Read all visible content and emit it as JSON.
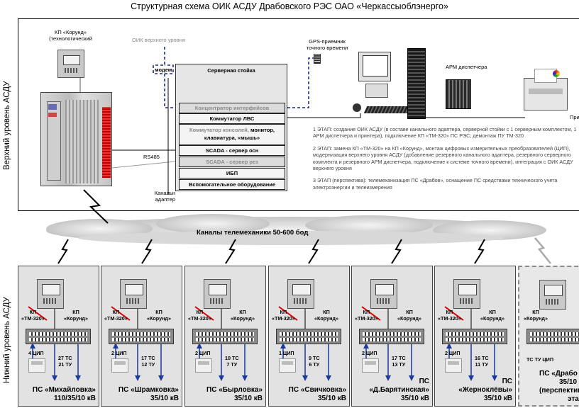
{
  "title": "Структурная схема ОИК АСДУ Драбовского РЭС ОАО «Черкассыоблэнерго»",
  "upper_level_label": "Верхний уровень АСДУ",
  "lower_level_label": "Нижний уровень АСДУ",
  "kp_korund_tech": "КП «Корунд»\n(технологический",
  "oik_upper": "ОИК верхнего уровня",
  "modem": "модем",
  "server_rack": {
    "title": "Серверная стойка",
    "rows": [
      {
        "label": "Концентратор интерфейсов",
        "dim": true
      },
      {
        "label": "Коммутатор ЛВС",
        "dim": false
      },
      {
        "label_dim": "Коммутатор консолей,",
        "label_rest": " монитор, клавиатура, «мышь»"
      },
      {
        "label": "SCADA - сервер осн",
        "dim": false
      },
      {
        "label": "SCADA - сервер рез",
        "dim": true
      },
      {
        "label": "ИБП",
        "dim": false
      },
      {
        "label": "Вспомогательное оборудование",
        "dim": false
      }
    ]
  },
  "gps": "GPS-приемник\nточного времени",
  "arm": "АРМ диспетчера",
  "printer_label": "При",
  "rs485": "RS485",
  "channel_adapter": "Канальн\nадаптер",
  "stages": [
    "1 ЭТАП: создание ОИК АСДУ (в составе канального адаптера, серверной стойки с 1 серверным комплектом, 1 АРМ диспетчера и принтера), подключение КП «ТМ-320» ПС РЭС; демонтаж ПУ ТМ-320",
    "2 ЭТАП: замена КП «ТМ-320» на КП «Корунд», монтаж цифровых измерительных преобразователей (ЦИП), модернизация верхнего уровня АСДУ (добавление резервного канального адаптера, резервного серверного комплекта и резервного АРМ диспетчера, подключение к системе точного времени), интеграция с ОИК АСДУ верхнего уровня",
    "3 ЭТАП (перспектива): телемеханизация ПС «Драбов», оснащение ПС средствами технического учета электроэнергии и телеизмерения"
  ],
  "channels": "Каналы телемеханики 50-600 бод",
  "kp_old": "КП\n«ТМ-320»",
  "kp_new": "КП\n«Корунд»",
  "substations": [
    {
      "cip": "4 ЦИП",
      "ts": "27 ТС",
      "tu": "21 ТУ",
      "name": "ПС «Михайловка»",
      "voltage": "110/35/10 кВ"
    },
    {
      "cip": "2 ЦИП",
      "ts": "17 ТС",
      "tu": "12 ТУ",
      "name": "ПС «Шрамковка»",
      "voltage": "35/10 кВ"
    },
    {
      "cip": "2 ЦИП",
      "ts": "10 ТС",
      "tu": "7 ТУ",
      "name": "ПС «Бырловка»",
      "voltage": "35/10 кВ"
    },
    {
      "cip": "1 ЦИП",
      "ts": "9 ТС",
      "tu": "6 ТУ",
      "name": "ПС «Свичковка»",
      "voltage": "35/10 кВ"
    },
    {
      "cip": "2 ЦИП",
      "ts": "17 ТС",
      "tu": "13 ТУ",
      "name": "ПС\n«Д.Барятинская»",
      "voltage": "35/10 кВ"
    },
    {
      "cip": "2 ЦИП",
      "ts": "16 ТС",
      "tu": "11 ТУ",
      "name": "ПС\n«Жерноклёвы»",
      "voltage": "35/10 кВ"
    }
  ],
  "future": {
    "kp": "КП\n«Корунд»",
    "tsu": "ТС ТУ ЦИП",
    "name": "ПС «Драбо",
    "voltage": "35/10",
    "note": "(перспектива",
    "tail": "эта"
  }
}
